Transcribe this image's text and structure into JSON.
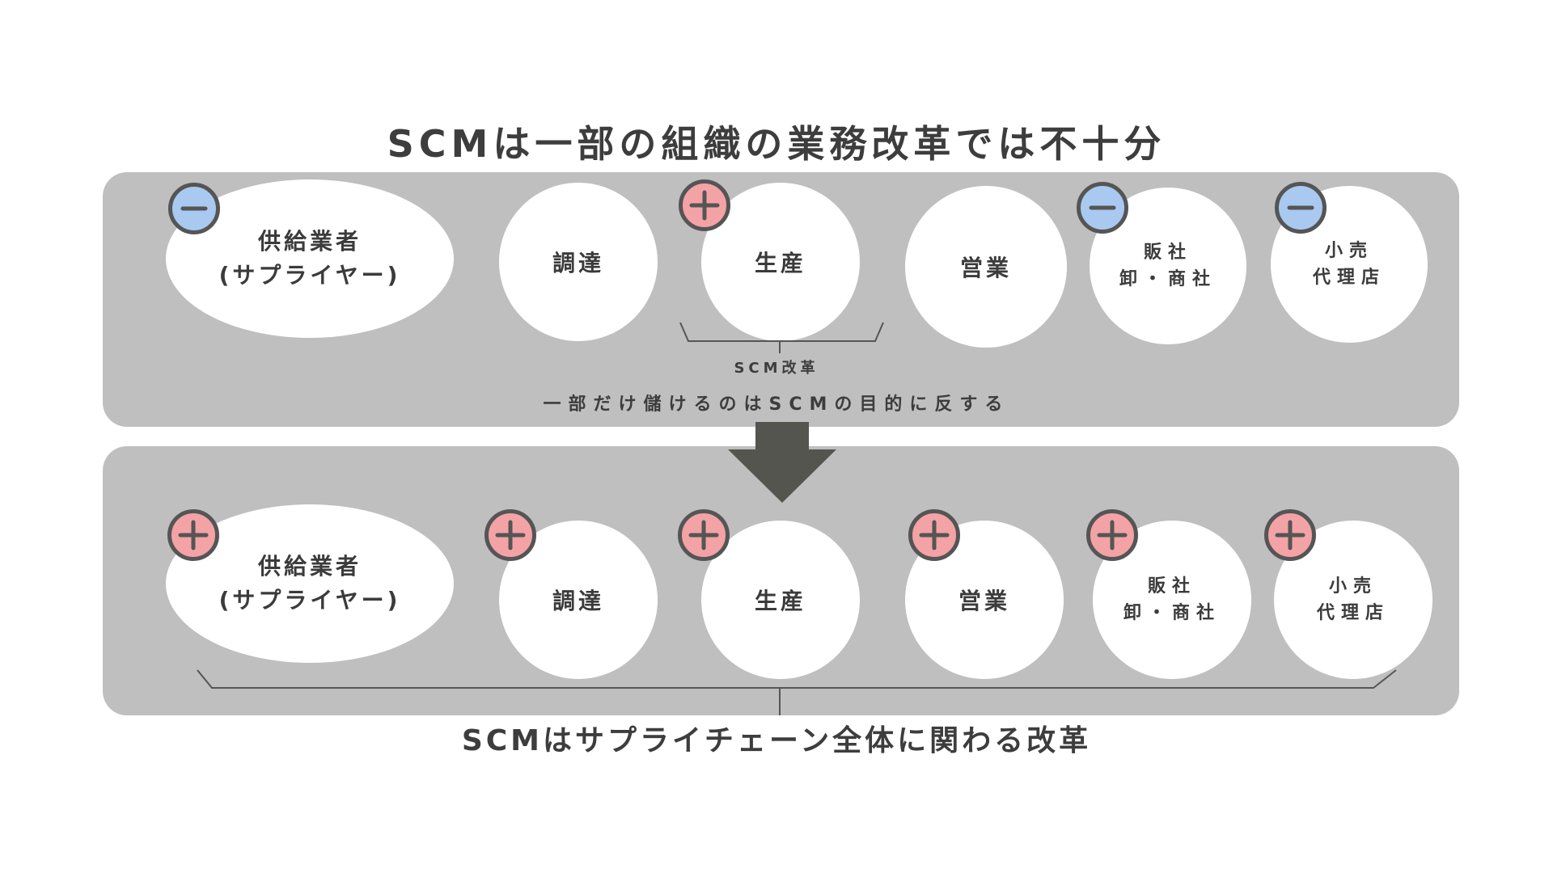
{
  "title": "SCMは一部の組織の業務改革では不十分",
  "top_section": {
    "nodes": [
      {
        "line1": "供給業者",
        "line2": "(サプライヤー)",
        "badge": "minus-icon"
      },
      {
        "line1": "調達",
        "line2": "",
        "badge": "none"
      },
      {
        "line1": "生産",
        "line2": "",
        "badge": "plus-icon"
      },
      {
        "line1": "営業",
        "line2": "",
        "badge": "none"
      },
      {
        "line1": "販社",
        "line2": "卸・商社",
        "badge": "minus-icon"
      },
      {
        "line1": "小売",
        "line2": "代理店",
        "badge": "minus-icon"
      }
    ],
    "bracket_label": "SCM改革",
    "note": "一部だけ儲けるのはSCMの目的に反する"
  },
  "bottom_section": {
    "nodes": [
      {
        "line1": "供給業者",
        "line2": "(サプライヤー)",
        "badge": "plus-icon"
      },
      {
        "line1": "調達",
        "line2": "",
        "badge": "plus-icon"
      },
      {
        "line1": "生産",
        "line2": "",
        "badge": "plus-icon"
      },
      {
        "line1": "営業",
        "line2": "",
        "badge": "plus-icon"
      },
      {
        "line1": "販社",
        "line2": "卸・商社",
        "badge": "plus-icon"
      },
      {
        "line1": "小売",
        "line2": "代理店",
        "badge": "plus-icon"
      }
    ],
    "conclusion": "SCMはサプライチェーン全体に関わる改革"
  },
  "colors": {
    "panel": "#bfbfbf",
    "node": "#ffffff",
    "minus_badge": "#a9c9f0",
    "plus_badge": "#f3a3a5",
    "outline": "#555555",
    "arrow": "#555550",
    "text": "#3d3d3d"
  }
}
